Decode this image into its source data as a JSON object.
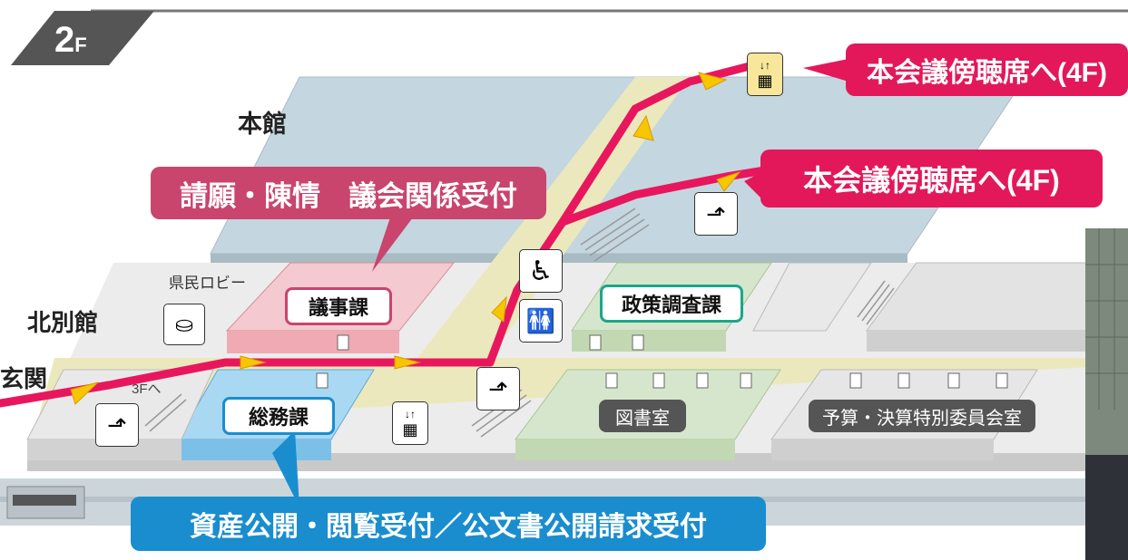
{
  "floor": {
    "number": "2",
    "suffix": "F"
  },
  "buildings": {
    "main": "本館",
    "north_annex": "北別館",
    "entrance": "玄関"
  },
  "callouts": {
    "petition": "請願・陳情　議会関係受付",
    "gallery_elevator": "本会議傍聴席へ(4F)",
    "gallery_stairs": "本会議傍聴席へ(4F)",
    "disclosure": "資産公開・閲覧受付／公文書公開請求受付"
  },
  "rooms": {
    "gijika": "議事課",
    "somuka": "総務課",
    "seisaku": "政策調査課",
    "library": "図書室",
    "budget": "予算・決算特別委員会室"
  },
  "areas": {
    "lobby": "県民ロビー",
    "stairs_3f": "3Fへ"
  },
  "icons": [
    "elevator-icon",
    "stairs-icon",
    "wheelchair-icon",
    "restroom-icon",
    "lounge-icon"
  ],
  "colors": {
    "route": "#e8175d",
    "route_arrow": "#f7c600",
    "callout_pink": "#c9456d",
    "callout_red": "#e2185a",
    "callout_blue": "#1a8dcf",
    "room_pink": "#f4c9cf",
    "room_blue": "#a9d8f2",
    "room_green": "#d6e6cc",
    "corridor": "#ece8bd",
    "main_building": "#c4d6df",
    "floor_tab": "#555555"
  }
}
